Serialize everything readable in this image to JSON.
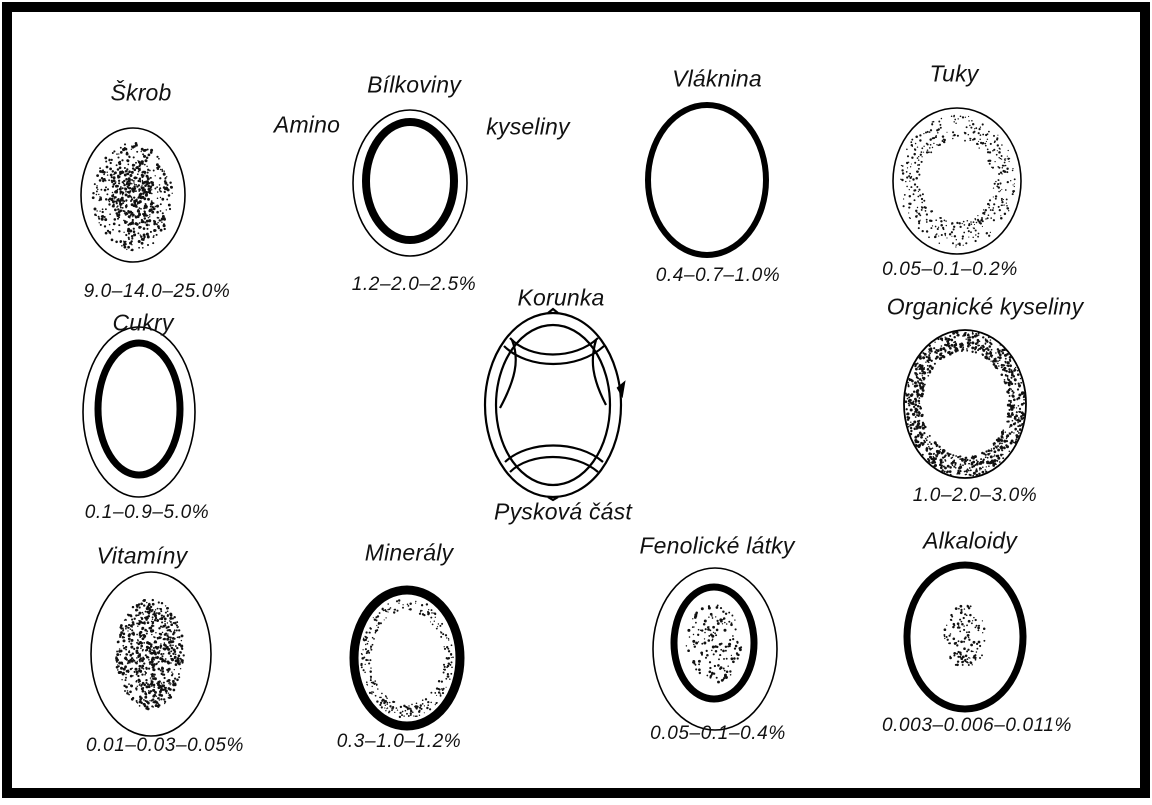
{
  "diagram": {
    "items": [
      {
        "id": "skrob",
        "label": "Škrob",
        "value": "9.0–14.0–25.0%"
      },
      {
        "id": "bilkoviny",
        "label": "Bílkoviny",
        "label_left": "Amino",
        "label_right": "kyseliny",
        "value": "1.2–2.0–2.5%"
      },
      {
        "id": "vlaknina",
        "label": "Vláknina",
        "value": "0.4–0.7–1.0%"
      },
      {
        "id": "tuky",
        "label": "Tuky",
        "value": "0.05–0.1–0.2%"
      },
      {
        "id": "cukry",
        "label": "Cukry",
        "value": "0.1–0.9–5.0%"
      },
      {
        "id": "organicke",
        "label": "Organické kyseliny",
        "value": "1.0–2.0–3.0%"
      },
      {
        "id": "vitaminy",
        "label": "Vitamíny",
        "value": "0.01–0.03–0.05%"
      },
      {
        "id": "mineraly",
        "label": "Minerály",
        "value": "0.3–1.0–1.2%"
      },
      {
        "id": "fenolicke",
        "label": "Fenolické látky",
        "value": "0.05–0.1–0.4%"
      },
      {
        "id": "alkaloidy",
        "label": "Alkaloidy",
        "value": "0.003–0.006–0.011%"
      }
    ],
    "center": {
      "top_label": "Korunka",
      "bottom_label": "Pysková část"
    }
  }
}
